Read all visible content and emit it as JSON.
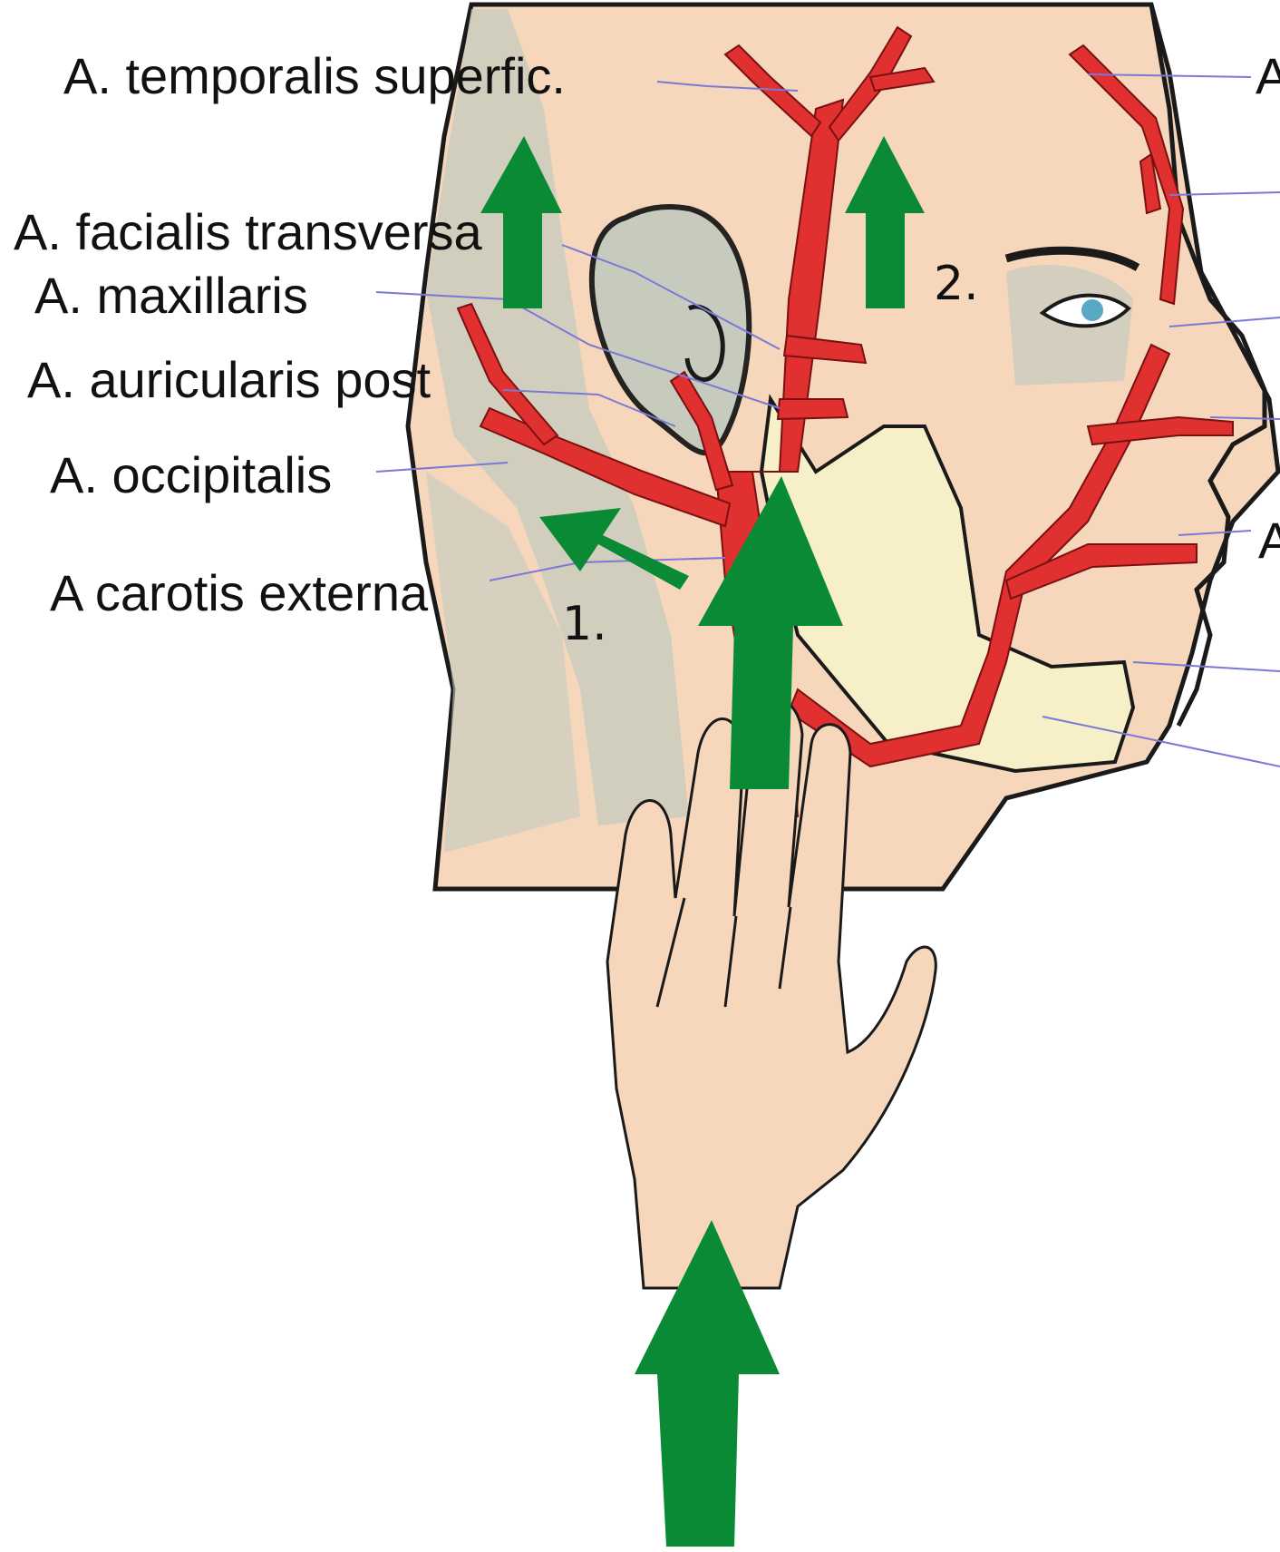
{
  "labels": {
    "temporalis": "A. temporalis superfic.",
    "facialis_transversa": "A. facialis transversa",
    "maxillaris": "A. maxillaris",
    "auricularis_post": "A. auricularis post",
    "occipitalis": "A. occipitalis",
    "carotis_externa": "A carotis externa",
    "right_partial_top": "A",
    "right_partial_mid": "A"
  },
  "steps": {
    "one": "1.",
    "two": "2."
  },
  "colors": {
    "skin": "#f6d7bc",
    "artery": "#e03030",
    "arrow": "#0a8a34",
    "bone": "#f7efc7",
    "shade": "#c5cbbf",
    "leader": "#7a7ad6",
    "outline": "#1a1a1a"
  }
}
